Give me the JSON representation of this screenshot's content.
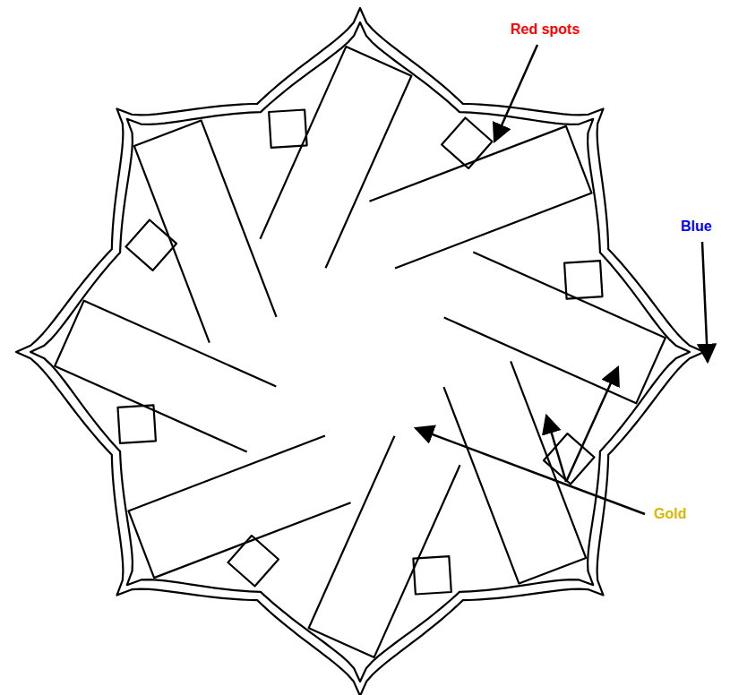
{
  "diagram": {
    "labels": [
      "Red spots",
      "Blue",
      "Gold"
    ]
  }
}
